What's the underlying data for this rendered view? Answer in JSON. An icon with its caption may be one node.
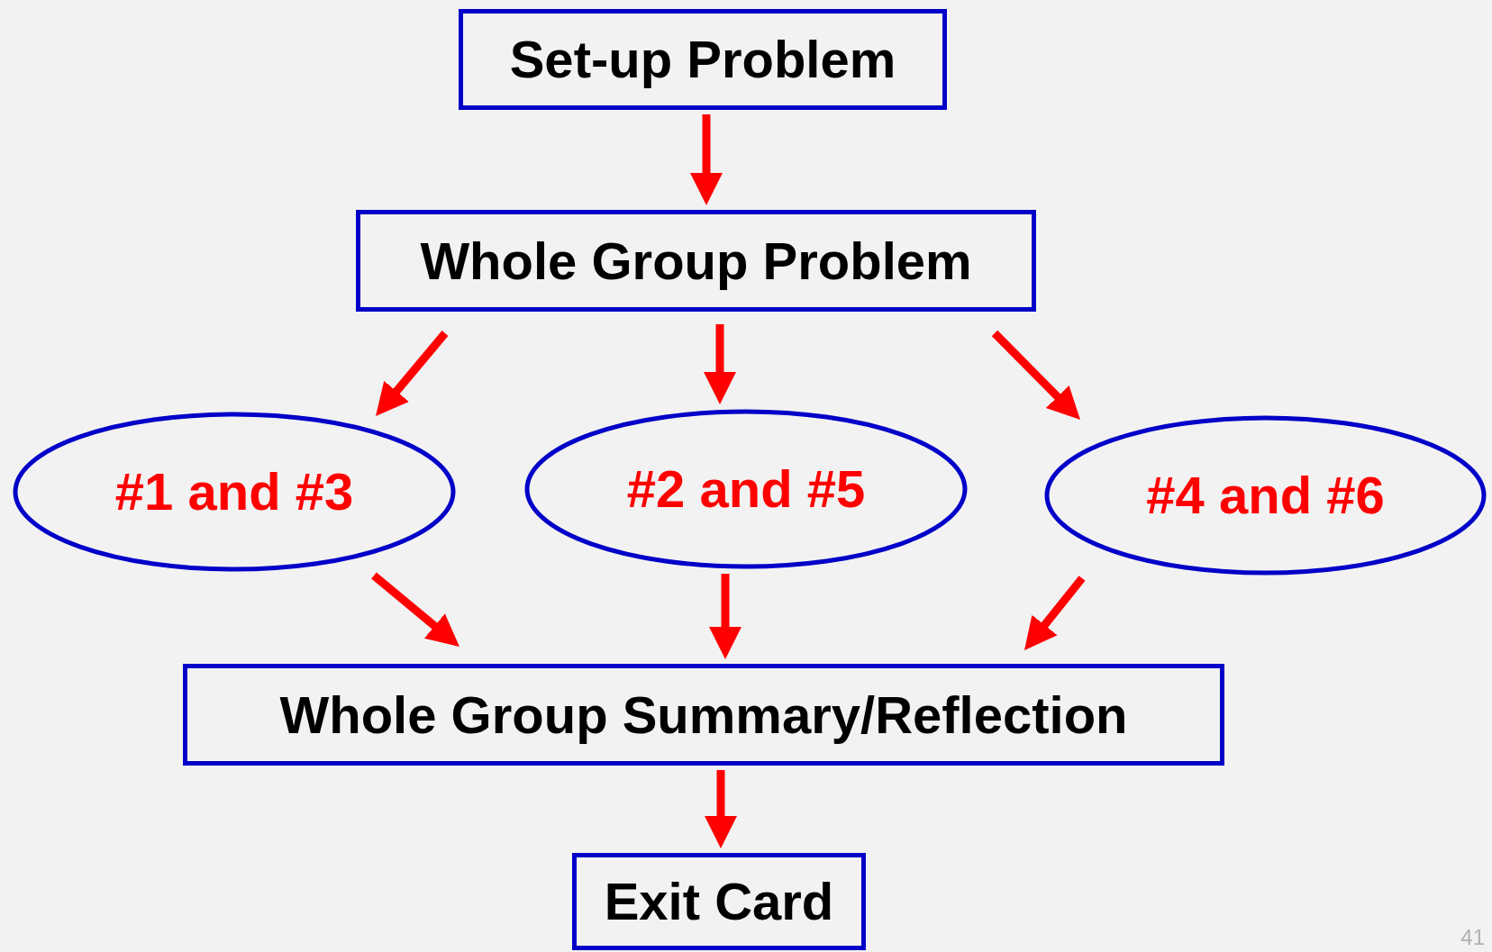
{
  "diagram": {
    "nodes": [
      {
        "text": [
          "Set-up Problem"
        ]
      },
      {
        "text": [
          "Whole Group Problem"
        ]
      },
      {
        "text": [
          "#1 and #3"
        ]
      },
      {
        "text": [
          "#2 and #5"
        ]
      },
      {
        "text": [
          "#4 and #6"
        ]
      },
      {
        "text": [
          "Whole Group Summary/Reflection"
        ]
      },
      {
        "text": [
          "Exit Card"
        ]
      }
    ],
    "edges": [
      {
        "from": 0,
        "to": 1,
        "arrow": "to"
      },
      {
        "from": 1,
        "to": 2,
        "arrow": "to"
      },
      {
        "from": 1,
        "to": 3,
        "arrow": "to"
      },
      {
        "from": 1,
        "to": 4,
        "arrow": "to"
      },
      {
        "from": 2,
        "to": 5,
        "arrow": "to"
      },
      {
        "from": 3,
        "to": 5,
        "arrow": "to"
      },
      {
        "from": 4,
        "to": 5,
        "arrow": "to"
      },
      {
        "from": 5,
        "to": 6,
        "arrow": "to"
      }
    ],
    "labels": [
      "41"
    ]
  }
}
